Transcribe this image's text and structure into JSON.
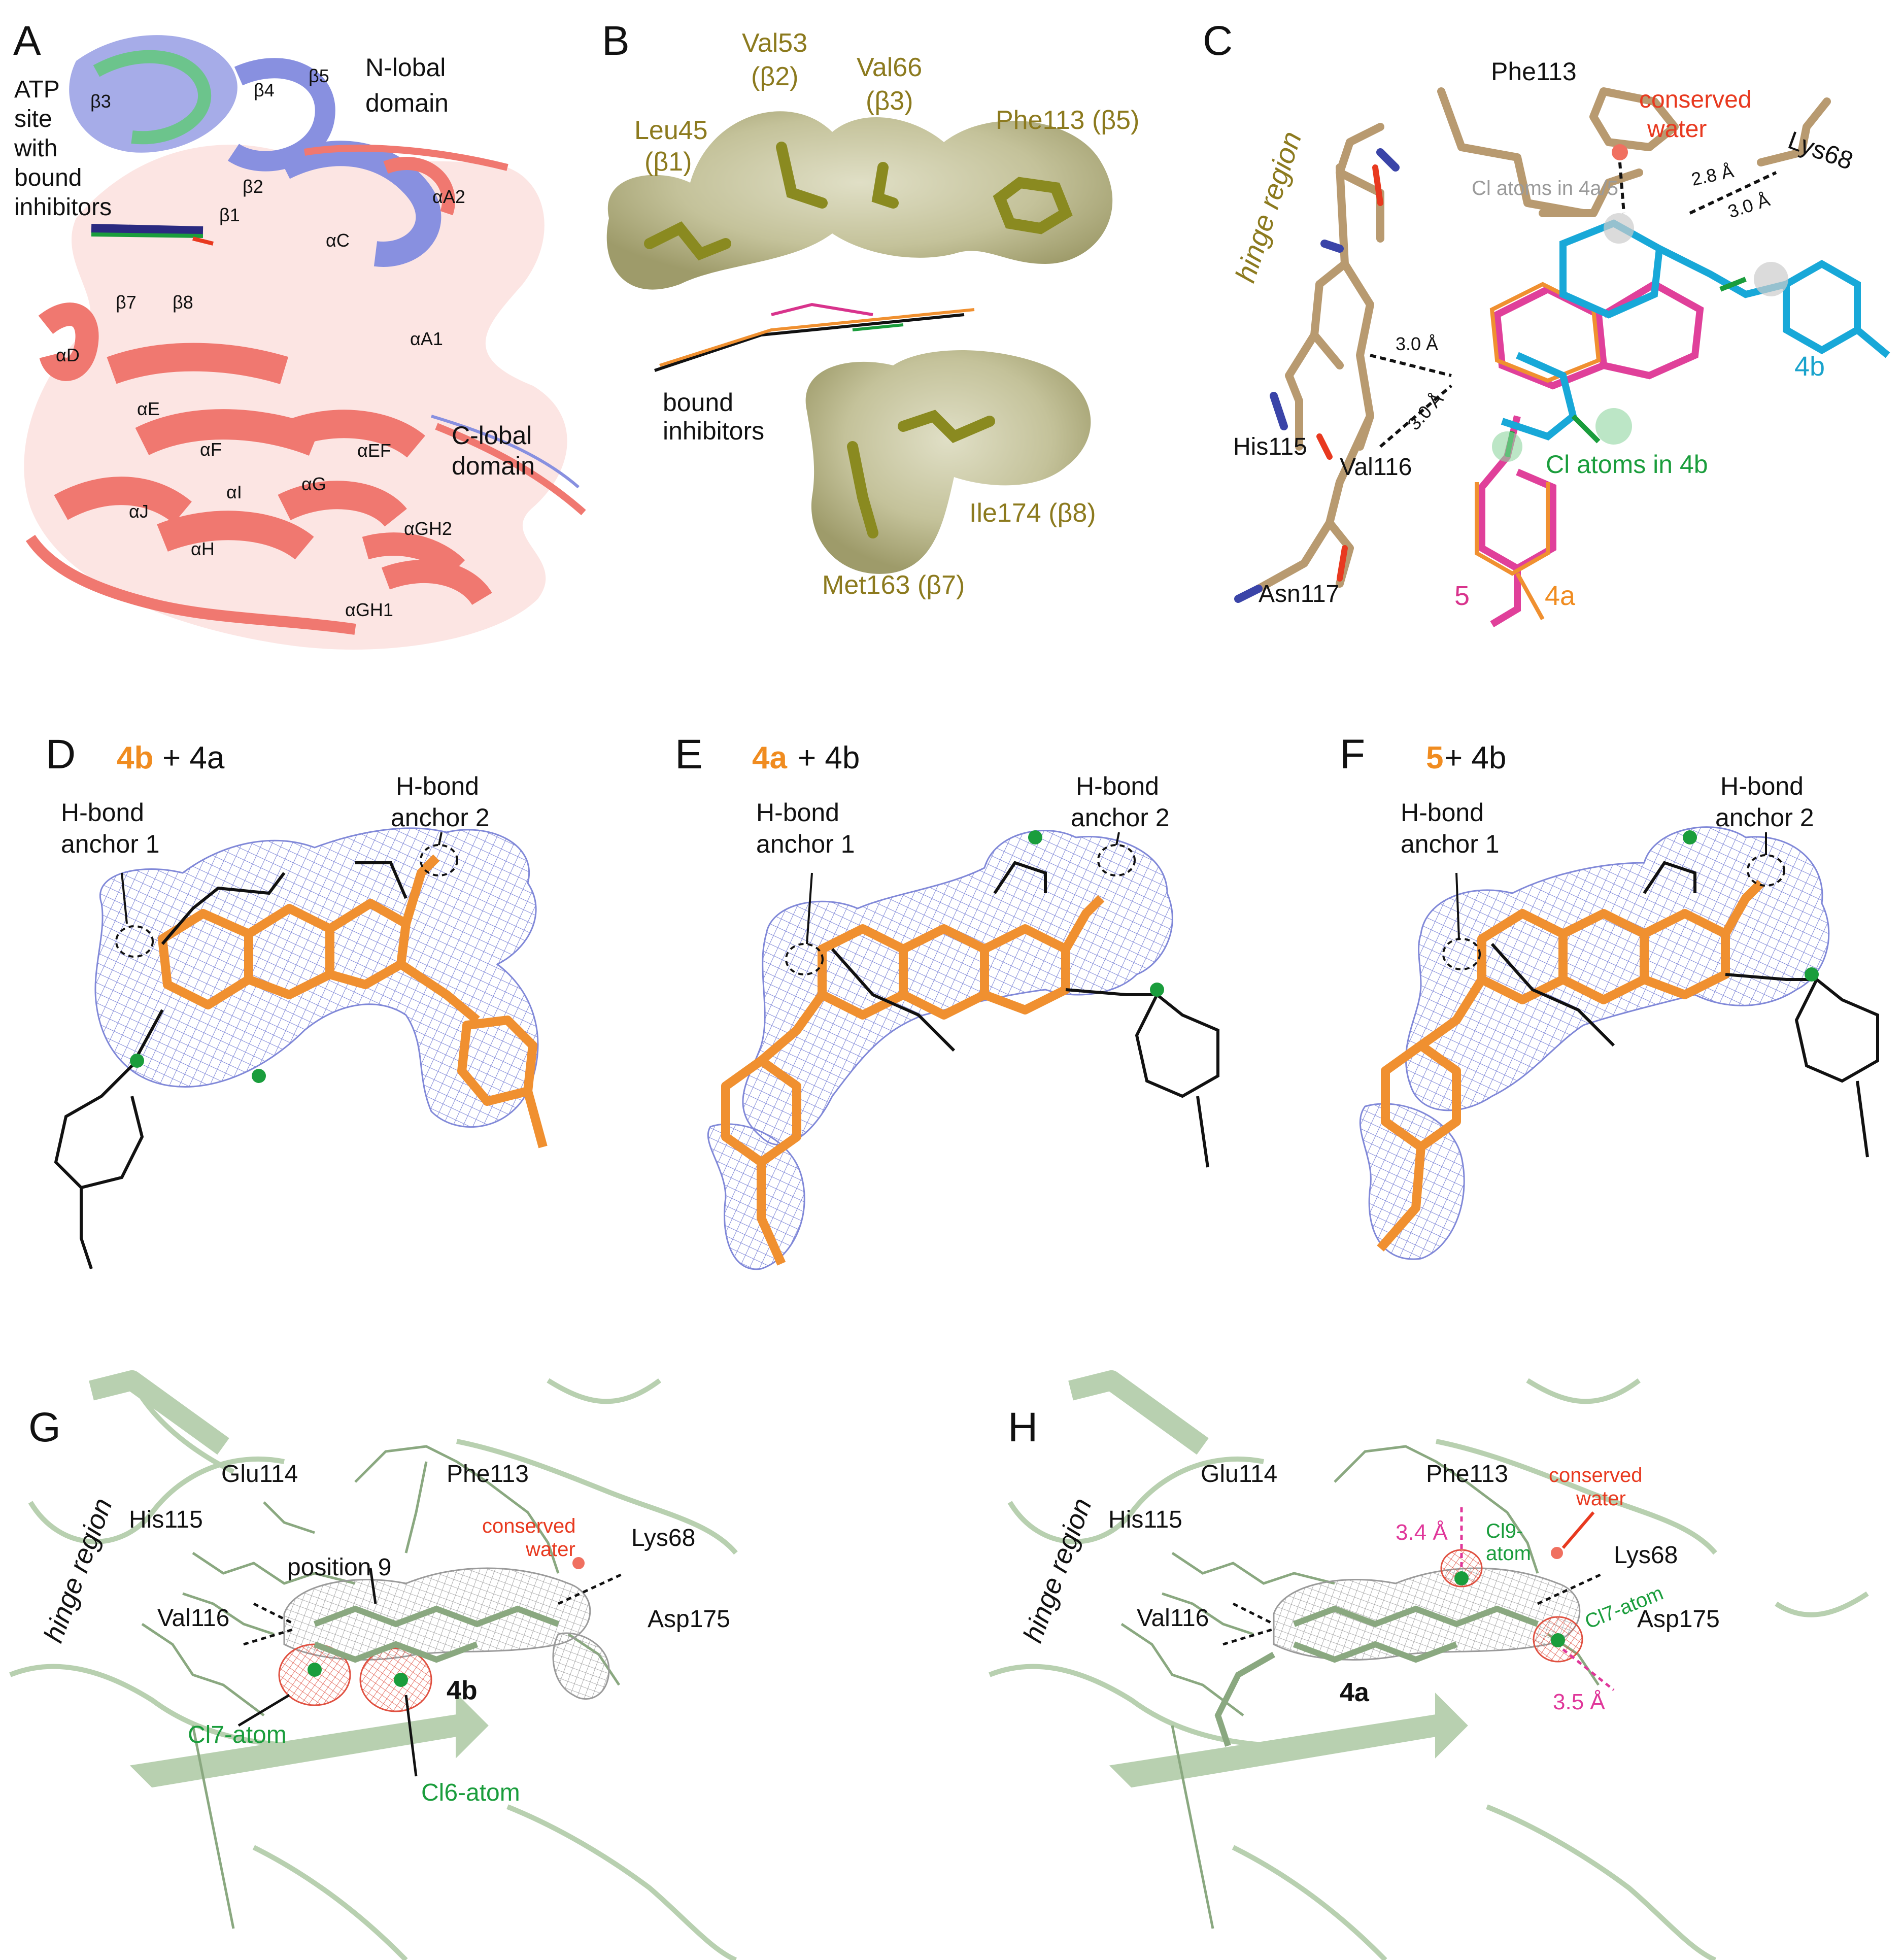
{
  "colors": {
    "helix_red": "#f07870",
    "strand_blue": "#8890e0",
    "strand_green": "#6cc48c",
    "surface_olive": "#b8b68a",
    "residue_olive": "#8a8a20",
    "stick_tan": "#b89a70",
    "ligand_orange": "#f09030",
    "ligand_cyan": "#18a8d8",
    "ligand_magenta": "#e0409a",
    "density_mesh": "#8088d8",
    "pale_green_cartoon": "#b8d0b0",
    "chlorine_green": "#1a9d3c"
  },
  "panelA": {
    "label": "A",
    "atp_site": [
      "ATP",
      "site",
      "with",
      "bound",
      "inhibitors"
    ],
    "n_lobe": [
      "N-lobal",
      "domain"
    ],
    "c_lobe": [
      "C-lobal",
      "domain"
    ],
    "elements": {
      "b3": "β3",
      "b4": "β4",
      "b5": "β5",
      "b2": "β2",
      "b1": "β1",
      "b7": "β7",
      "b8": "β8",
      "aC": "αC",
      "aA2": "αA2",
      "aA1": "αA1",
      "aD": "αD",
      "aE": "αE",
      "aF": "αF",
      "aEF": "αEF",
      "aG": "αG",
      "aJ": "αJ",
      "aI": "αI",
      "aH": "αH",
      "aGH2": "αGH2",
      "aGH1": "αGH1"
    }
  },
  "panelB": {
    "label": "B",
    "leu45": [
      "Leu45",
      "(β1)"
    ],
    "val53": [
      "Val53",
      "(β2)"
    ],
    "val66": [
      "Val66",
      "(β3)"
    ],
    "phe113": "Phe113 (β5)",
    "ile174": "Ile174 (β8)",
    "met163": "Met163 (β7)",
    "bound": [
      "bound",
      "inhibitors"
    ]
  },
  "panelC": {
    "label": "C",
    "phe113": "Phe113",
    "conserved_water": [
      "conserved",
      "water"
    ],
    "lys68": "Lys68",
    "hinge": "hinge region",
    "cl_4a5": "Cl atoms in 4a/5",
    "dist_28": "2.8 Å",
    "dist_30_top": "3.0 Å",
    "dist_30_mid": "3.0 Å",
    "dist_30_low": "3.0 Å",
    "his115": "His115",
    "val116": "Val116",
    "asn117": "Asn117",
    "cl_4b": "Cl atoms in 4b",
    "lig_4b": "4b",
    "lig_5": "5",
    "lig_4a": "4a"
  },
  "panelD": {
    "label": "D",
    "title_main": "4b",
    "title_rest": " + 4a",
    "anchor1": [
      "H-bond",
      "anchor 1"
    ],
    "anchor2": [
      "H-bond",
      "anchor 2"
    ]
  },
  "panelE": {
    "label": "E",
    "title_main": "4a",
    "title_rest": " + 4b",
    "anchor1": [
      "H-bond",
      "anchor 1"
    ],
    "anchor2": [
      "H-bond",
      "anchor 2"
    ]
  },
  "panelF": {
    "label": "F",
    "title_main": "5",
    "title_rest": " + 4b",
    "anchor1": [
      "H-bond",
      "anchor 1"
    ],
    "anchor2": [
      "H-bond",
      "anchor 2"
    ]
  },
  "panelG": {
    "label": "G",
    "hinge": "hinge region",
    "glu114": "Glu114",
    "phe113": "Phe113",
    "his115": "His115",
    "position9": "position 9",
    "conserved_water": [
      "conserved",
      "water"
    ],
    "lys68": "Lys68",
    "val116": "Val116",
    "asp175": "Asp175",
    "ligand": "4b",
    "cl7": "Cl7-atom",
    "cl6": "Cl6-atom"
  },
  "panelH": {
    "label": "H",
    "hinge": "hinge region",
    "glu114": "Glu114",
    "phe113": "Phe113",
    "his115": "His115",
    "conserved_water": [
      "conserved",
      "water"
    ],
    "dist_34": "3.4 Å",
    "cl9": [
      "Cl9-",
      "atom"
    ],
    "lys68": "Lys68",
    "cl7": "Cl7-atom",
    "val116": "Val116",
    "asp175": "Asp175",
    "ligand": "4a",
    "dist_35": "3.5 Å"
  }
}
